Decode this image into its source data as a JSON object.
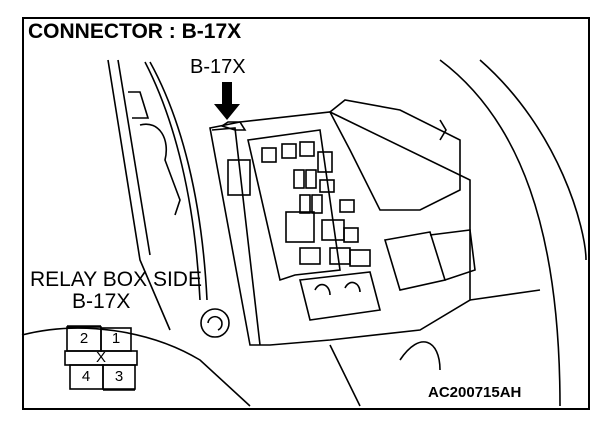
{
  "title": "CONNECTOR : B-17X",
  "callout_label": "B-17X",
  "connector_view": {
    "label": "RELAY BOX SIDE",
    "connector_id": "B-17X",
    "pins_top": [
      "2",
      "1"
    ],
    "pins_bottom": [
      "4",
      "3"
    ],
    "center_mark": "X"
  },
  "figure_id": "AC200715AH",
  "colors": {
    "line": "#000000",
    "background": "#ffffff"
  }
}
